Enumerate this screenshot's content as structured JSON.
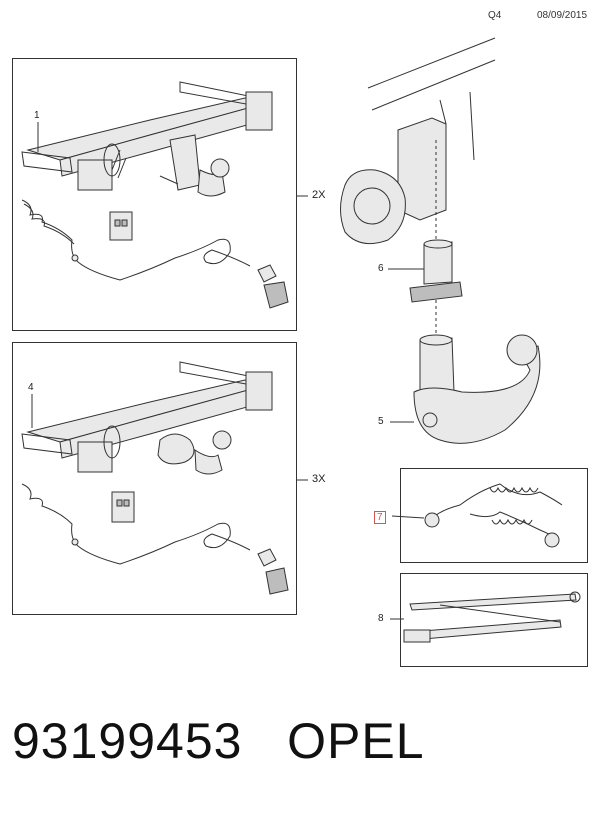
{
  "header": {
    "quarter": "Q4",
    "date": "08/09/2015"
  },
  "callouts": {
    "c1": "1",
    "c4": "4",
    "c5": "5",
    "c6": "6",
    "c7": "7",
    "c8": "8"
  },
  "multipliers": {
    "kit_a": "2X",
    "kit_b": "3X"
  },
  "footer": {
    "part_number": "93199453",
    "brand": "OPEL"
  }
}
